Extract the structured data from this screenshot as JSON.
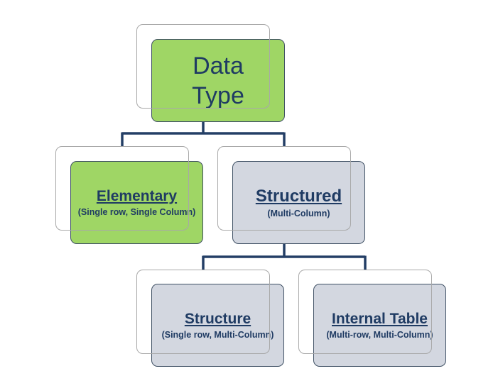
{
  "diagram": {
    "root": {
      "title_line1": "Data",
      "title_line2": "Type"
    },
    "elementary": {
      "title": "Elementary",
      "subtitle": "(Single row, Single Column)"
    },
    "structured": {
      "title": "Structured",
      "subtitle": "(Multi-Column)"
    },
    "structure": {
      "title": "Structure",
      "subtitle": "(Single row, Multi-Column)"
    },
    "internal_table": {
      "title": "Internal Table",
      "subtitle": "(Multi-row, Multi-Column)"
    }
  },
  "colors": {
    "green_fill": "#92d050",
    "gray_fill": "#cdd2dc",
    "connector": "#1f3b63",
    "text": "#1f3b63"
  }
}
